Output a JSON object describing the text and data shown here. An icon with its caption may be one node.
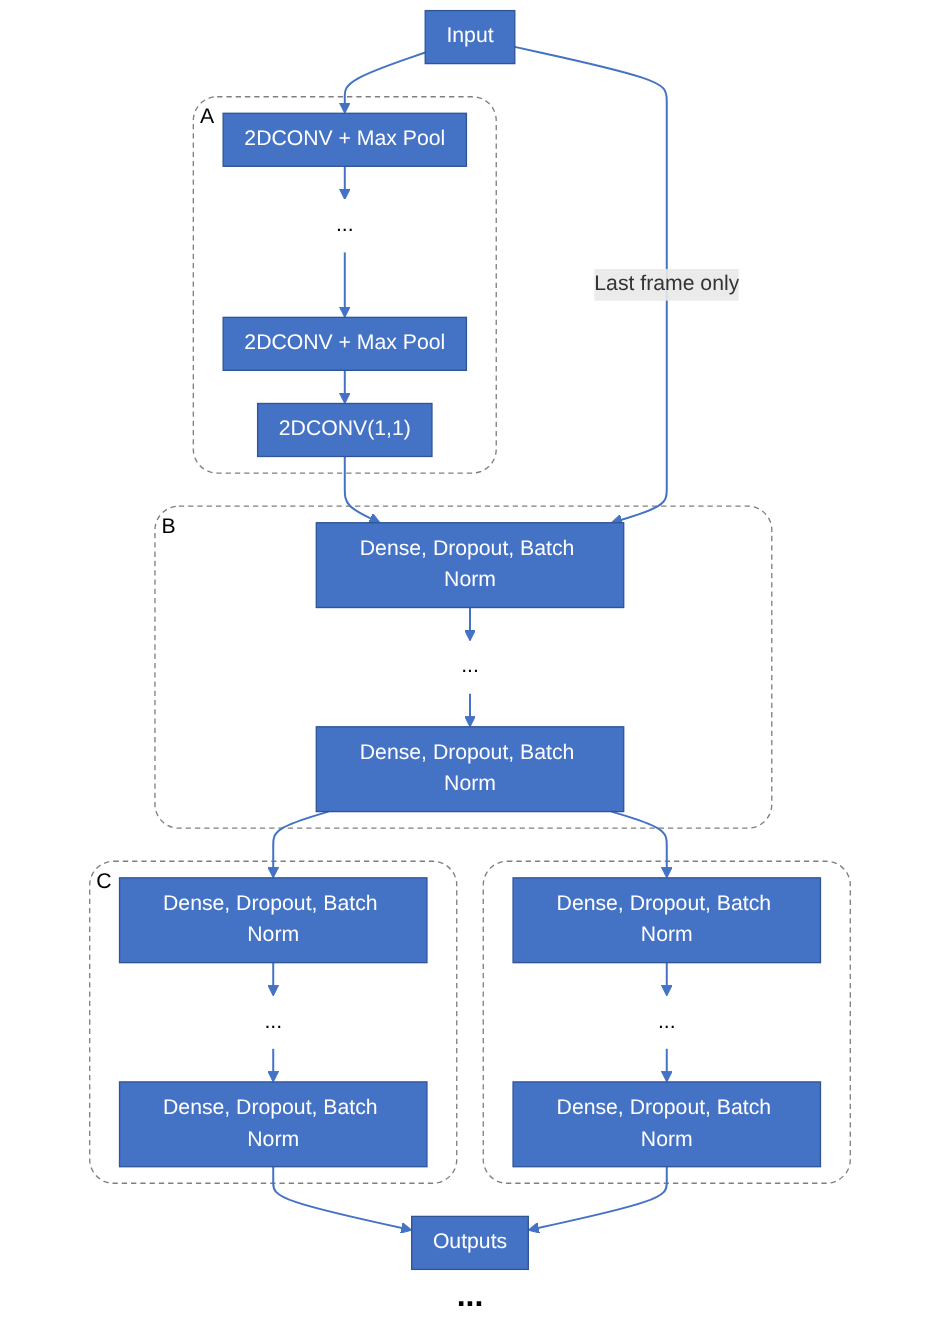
{
  "diagram": {
    "nodes": [
      {
        "text": [
          "Input"
        ]
      },
      {
        "text": [
          "A"
        ]
      },
      {
        "text": [
          "2DCONV + Max Pool"
        ],
        "in": 1
      },
      {
        "text": [
          "..."
        ],
        "in": 1
      },
      {
        "text": [
          "2DCONV + Max Pool"
        ],
        "in": 1
      },
      {
        "text": [
          "2DCONV(1,1)"
        ],
        "in": 1
      },
      {
        "text": [
          "B"
        ]
      },
      {
        "text": [
          "Dense, Dropout, Batch Norm"
        ],
        "in": 6
      },
      {
        "text": [
          "..."
        ],
        "in": 6
      },
      {
        "text": [
          "Dense, Dropout, Batch Norm"
        ],
        "in": 6
      },
      {
        "text": [
          "C"
        ]
      },
      {
        "text": [
          "Dense, Dropout, Batch Norm"
        ],
        "in": 10
      },
      {
        "text": [
          "..."
        ],
        "in": 10
      },
      {
        "text": [
          "Dense, Dropout, Batch Norm"
        ],
        "in": 10
      },
      {
        "text": [],
        "shape": "box"
      },
      {
        "text": [
          "Dense, Dropout, Batch Norm"
        ],
        "in": 14
      },
      {
        "text": [
          "..."
        ],
        "in": 14
      },
      {
        "text": [
          "Dense, Dropout, Batch Norm"
        ],
        "in": 14
      },
      {
        "text": [
          "Outputs"
        ]
      }
    ],
    "edges": [
      {
        "from": 0,
        "to": 2,
        "arrow": "to"
      },
      {
        "from": 2,
        "to": 3,
        "arrow": "to"
      },
      {
        "from": 3,
        "to": 4,
        "arrow": "to"
      },
      {
        "from": 4,
        "to": 5,
        "arrow": "to"
      },
      {
        "from": 5,
        "to": 7,
        "arrow": "to"
      },
      {
        "from": 0,
        "to": 7,
        "arrow": "to",
        "label": "Last frame only"
      },
      {
        "from": 7,
        "to": 8,
        "arrow": "to"
      },
      {
        "from": 8,
        "to": 9,
        "arrow": "to"
      },
      {
        "from": 9,
        "to": 11,
        "arrow": "to"
      },
      {
        "from": 9,
        "to": 15,
        "arrow": "to"
      },
      {
        "from": 11,
        "to": 12,
        "arrow": "to"
      },
      {
        "from": 12,
        "to": 13,
        "arrow": "to"
      },
      {
        "from": 15,
        "to": 16,
        "arrow": "to"
      },
      {
        "from": 16,
        "to": 17,
        "arrow": "to"
      },
      {
        "from": 13,
        "to": 18,
        "arrow": "to"
      },
      {
        "from": 17,
        "to": 18,
        "arrow": "to"
      }
    ],
    "labels": [
      "..."
    ]
  }
}
